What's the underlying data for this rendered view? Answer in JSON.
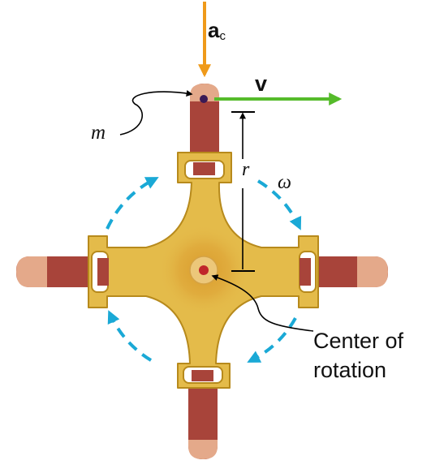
{
  "labels": {
    "acceleration_symbol": "a",
    "acceleration_subscript": "c",
    "velocity": "v",
    "mass": "m",
    "radius": "r",
    "angular_velocity": "ω",
    "center_line1": "Center of",
    "center_line2": "rotation"
  },
  "colors": {
    "body_fill": "#e4bb4a",
    "body_stroke": "#b78a1c",
    "tube_dark": "#a8443a",
    "tube_light": "#e4a98a",
    "arrow_acceleration": "#ef9a1a",
    "arrow_velocity": "#55bb2a",
    "rotation_arrows": "#1aa9d6",
    "mass_dot": "#3a1a55",
    "center_dot": "#c0252a"
  },
  "icons": {
    "rotation": "curved-arrow-icon",
    "acceleration": "down-arrow-icon",
    "velocity": "right-arrow-icon"
  }
}
